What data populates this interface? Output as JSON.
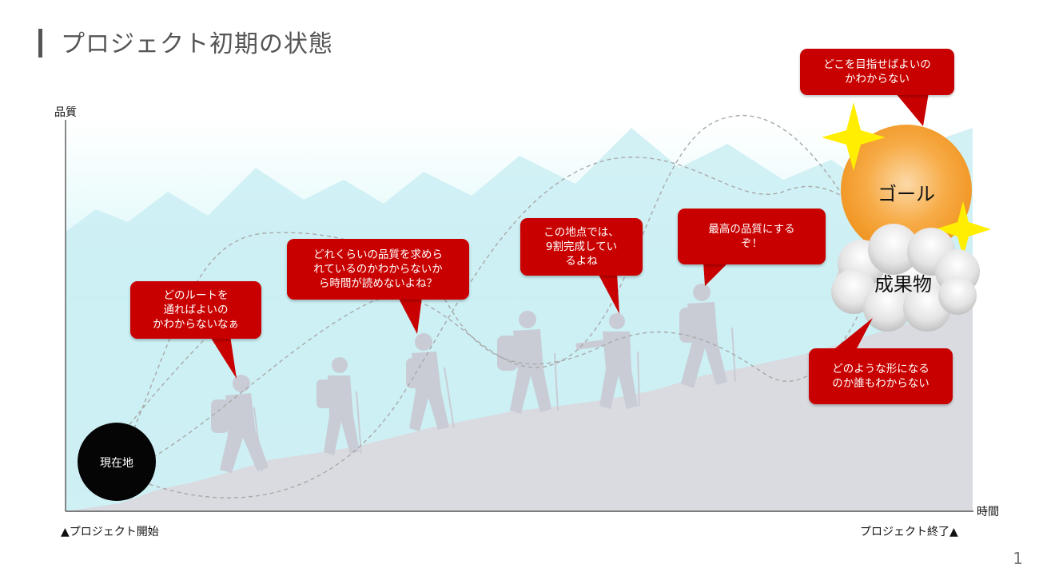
{
  "title": "プロジェクト初期の状態",
  "axis": {
    "y_label": "品質",
    "x_label": "時間",
    "start_label": "▲プロジェクト開始",
    "end_label": "プロジェクト終了▲"
  },
  "markers": {
    "current": "現在地",
    "goal": "ゴール",
    "deliverable": "成果物"
  },
  "bubbles": [
    {
      "id": "route",
      "text": "どのルートを\n通ればよいの\nかわからないなぁ"
    },
    {
      "id": "quality",
      "text": "どれくらいの品質を求めら\nれているのかわからないか\nら時間が読めないよね？"
    },
    {
      "id": "progress",
      "text": "この地点では、\n9割完成してい\nるよね"
    },
    {
      "id": "best",
      "text": "最高の品質にする\nぞ！"
    },
    {
      "id": "target",
      "text": "どこを目指せばよいの\nかわからない"
    },
    {
      "id": "shape",
      "text": "どのような形になる\nのか誰もわからない"
    }
  ],
  "page_number": "1",
  "colors": {
    "accent_red": "#c90000",
    "goal_orange": "#f5a030",
    "star_yellow": "#ffee00",
    "ground_gray": "#d9dbe1",
    "sky_cyan": "#d8f7f9"
  }
}
